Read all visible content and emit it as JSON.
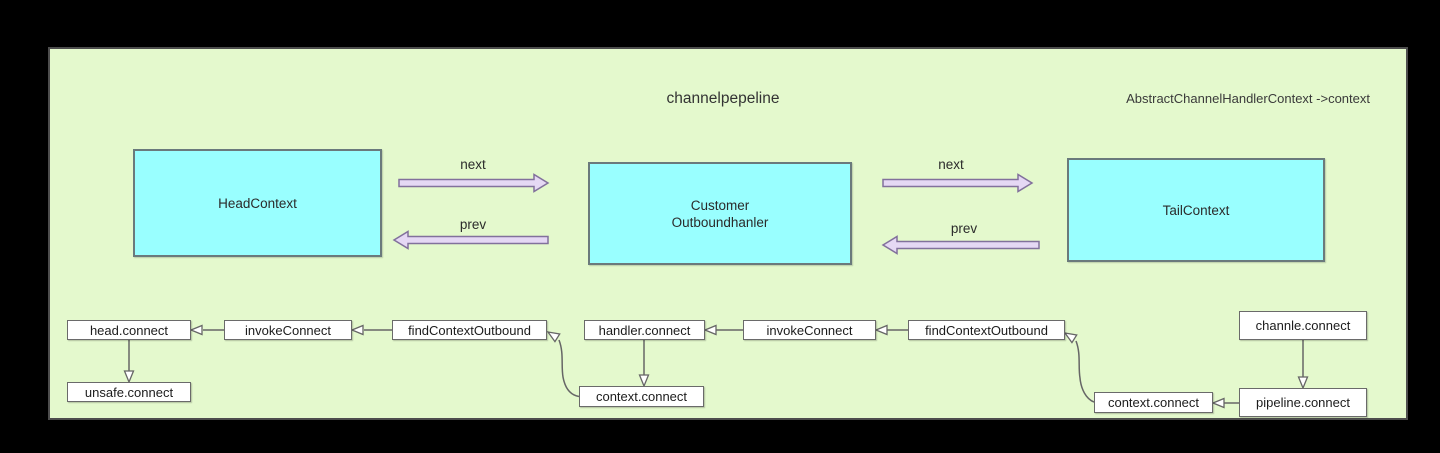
{
  "canvas": {
    "title": "channelpepeline",
    "subtitle": "AbstractChannelHandlerContext ->context"
  },
  "nodes": {
    "head_context": "HeadContext",
    "customer_line1": "Customer",
    "customer_line2": "Outboundhanler",
    "tail_context": "TailContext"
  },
  "link_labels": {
    "next1": "next",
    "prev1": "prev",
    "next2": "next",
    "prev2": "prev"
  },
  "flow_boxes": {
    "head_connect": "head.connect",
    "invoke_connect_1": "invokeConnect",
    "find_context_outbound_1": "findContextOutbound",
    "handler_connect": "handler.connect",
    "invoke_connect_2": "invokeConnect",
    "find_context_outbound_2": "findContextOutbound",
    "unsafe_connect": "unsafe.connect",
    "context_connect_mid": "context.connect",
    "context_connect_right": "context.connect",
    "channle_connect": "channle.connect",
    "pipeline_connect": "pipeline.connect"
  },
  "colors": {
    "background": "#000000",
    "panel_bg": "#e4f9cd",
    "panel_border": "#4d4d4d",
    "node_fill": "#99ffff",
    "node_border": "#6a7a7c",
    "block_arrow_fill": "#e5d8f4",
    "block_arrow_border": "#82719c",
    "flow_box_fill": "#ffffff",
    "flow_box_border": "#6a6a6a",
    "connector_line": "#666666",
    "text": "#2b2b2b"
  }
}
